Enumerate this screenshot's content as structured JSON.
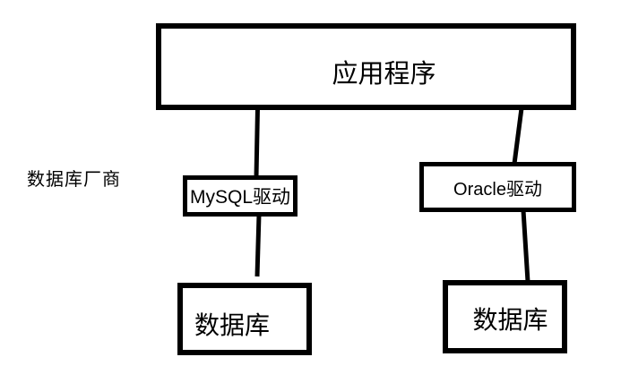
{
  "diagram": {
    "title_hint": "JDBC driver architecture diagram",
    "colors": {
      "background": "#ffffff",
      "line": "#000000",
      "text": "#000000"
    },
    "side_label": "数据库厂商",
    "nodes": {
      "application": {
        "label": "应用程序"
      },
      "mysql_driver": {
        "label": "MySQL驱动"
      },
      "oracle_driver": {
        "label": "Oracle驱动"
      },
      "database_left": {
        "label": "数据库"
      },
      "database_right": {
        "label": "数据库"
      }
    },
    "edges": [
      {
        "from": "application",
        "to": "mysql_driver"
      },
      {
        "from": "application",
        "to": "oracle_driver"
      },
      {
        "from": "mysql_driver",
        "to": "database_left"
      },
      {
        "from": "oracle_driver",
        "to": "database_right"
      }
    ]
  }
}
